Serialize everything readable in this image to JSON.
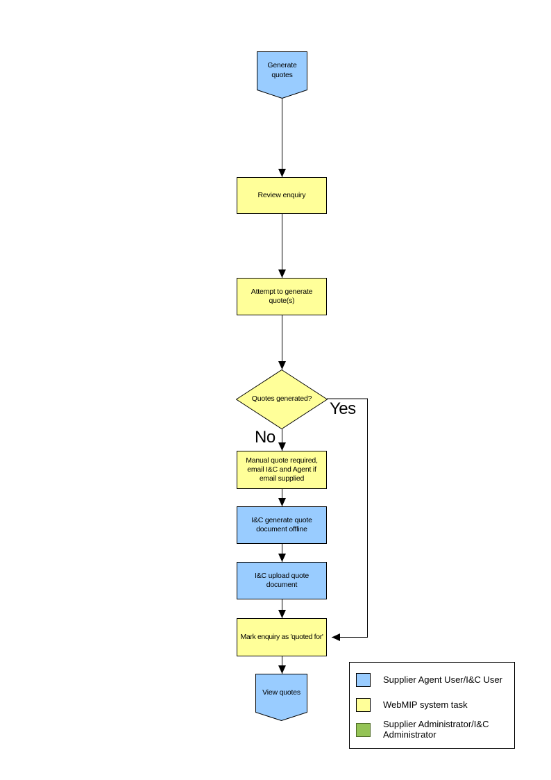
{
  "colors": {
    "node_blue": "#99CCFF",
    "node_yellow": "#FFFF99",
    "legend_green": "#94C355",
    "legend_green_border": "#4F6B28",
    "line": "#000000"
  },
  "flowchart": {
    "nodes": [
      {
        "id": "start",
        "type": "pentagon-down",
        "label": "Generate quotes"
      },
      {
        "id": "review",
        "type": "process",
        "label": "Review enquiry"
      },
      {
        "id": "attempt",
        "type": "process",
        "label": "Attempt to generate quote(s)"
      },
      {
        "id": "decision",
        "type": "decision",
        "label": "Quotes generated?"
      },
      {
        "id": "manual",
        "type": "process",
        "label": "Manual quote required, email I&C and Agent if email supplied"
      },
      {
        "id": "generate",
        "type": "process",
        "label": "I&C generate quote document offline"
      },
      {
        "id": "upload",
        "type": "process",
        "label": "I&C upload quote document"
      },
      {
        "id": "mark",
        "type": "process",
        "label": "Mark enquiry as 'quoted for'"
      },
      {
        "id": "view",
        "type": "pentagon-down",
        "label": "View quotes"
      }
    ],
    "branch_labels": {
      "yes": "Yes",
      "no": "No"
    }
  },
  "legend": {
    "items": [
      {
        "swatch": "blue",
        "label": "Supplier Agent User/I&C User"
      },
      {
        "swatch": "yellow",
        "label": "WebMIP system task"
      },
      {
        "swatch": "green",
        "label": "Supplier Administrator/I&C Administrator"
      }
    ]
  }
}
